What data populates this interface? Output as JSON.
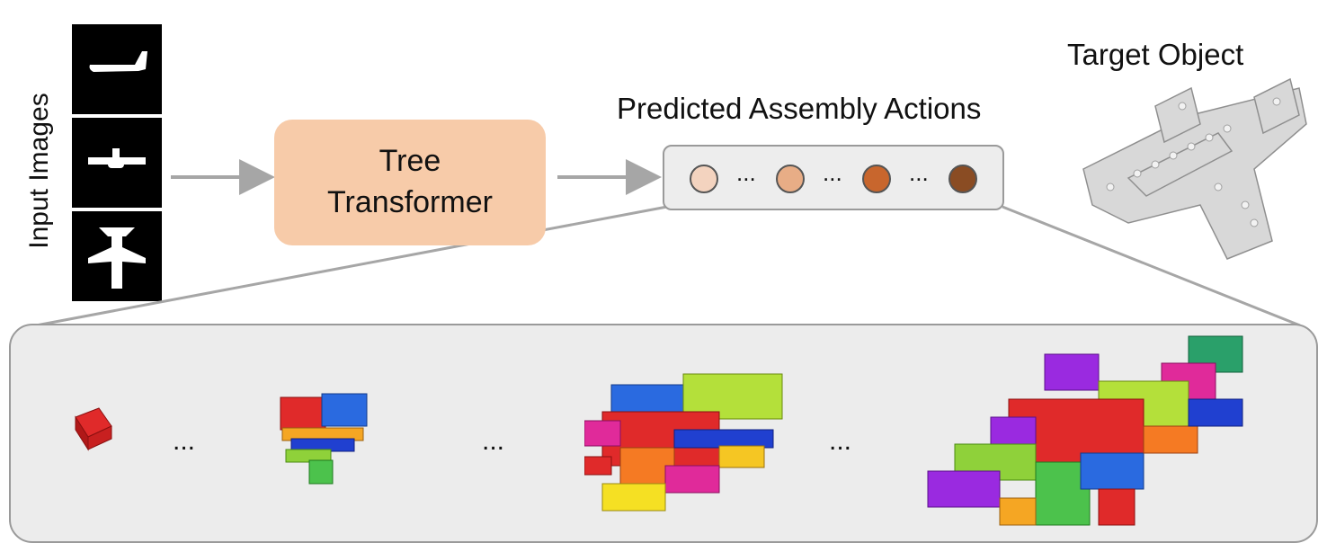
{
  "input": {
    "label": "Input Images"
  },
  "model": {
    "line1": "Tree",
    "line2": "Transformer"
  },
  "actions": {
    "title": "Predicted Assembly Actions",
    "ellipsis": "...",
    "dot_colors": [
      "#f3d3bf",
      "#e8ad86",
      "#c8662d",
      "#8a4c23"
    ]
  },
  "target": {
    "title": "Target Object"
  },
  "sequence": {
    "ellipsis": "..."
  },
  "colors": {
    "model_box": "#f7cba9",
    "panel_bg": "#ececec",
    "arrow": "#a6a6a6"
  }
}
